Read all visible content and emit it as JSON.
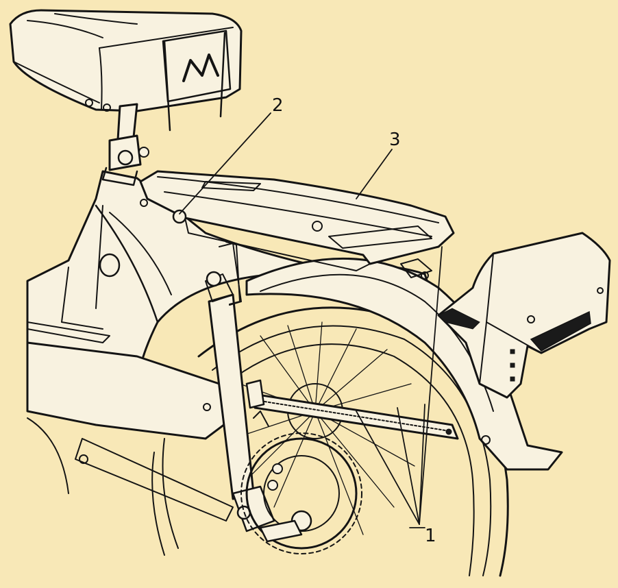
{
  "background_color": "#f8e8b7",
  "ink_color": "#141414",
  "callouts": {
    "label_1": "1",
    "label_2": "2",
    "label_3": "3"
  }
}
